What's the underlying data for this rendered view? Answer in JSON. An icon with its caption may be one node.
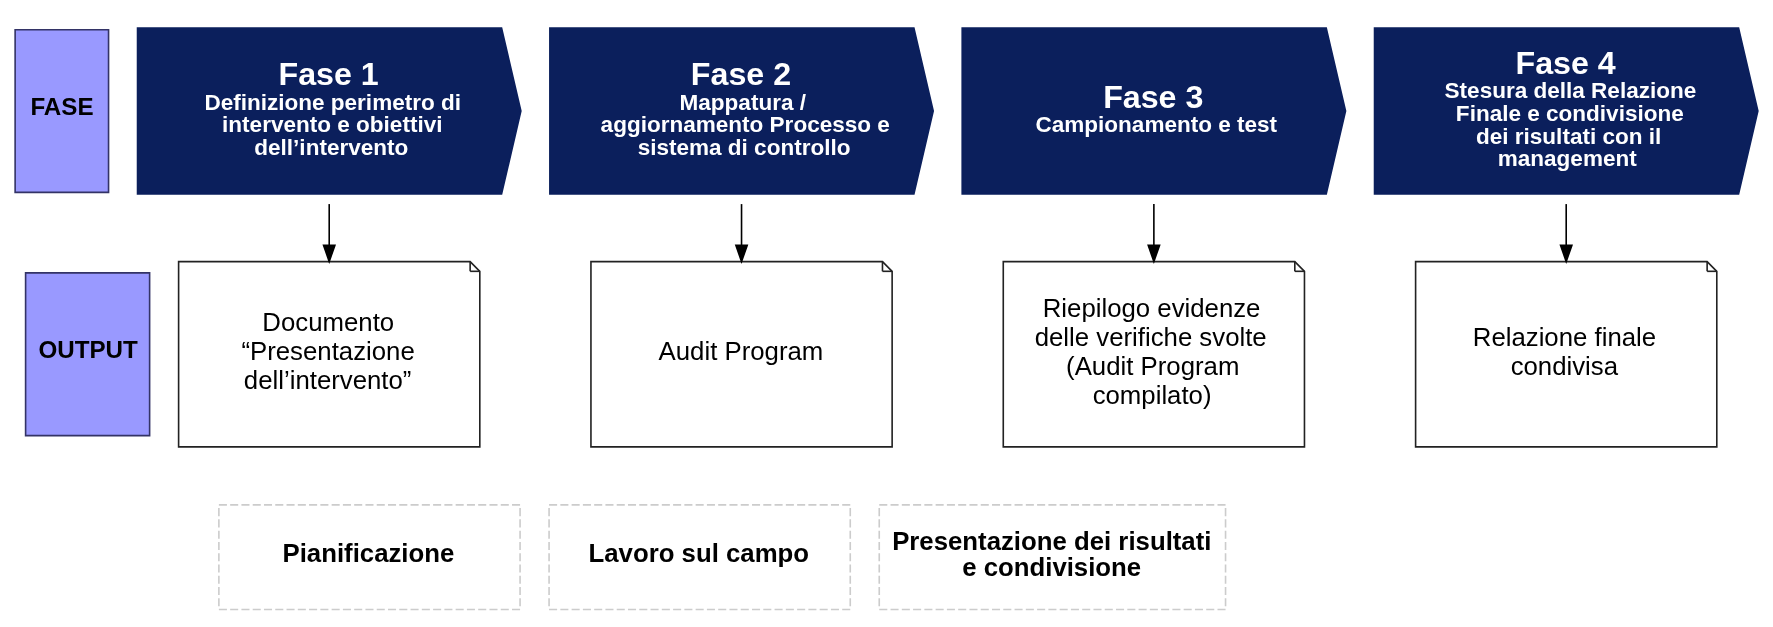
{
  "diagram": {
    "nodes": [
      {
        "text": [
          "FASE"
        ]
      },
      {
        "text": [
          "OUTPUT"
        ]
      },
      {
        "text": [
          "Fase 1",
          "Definizione perimetro di intervento e obiettivi dell’intervento"
        ]
      },
      {
        "text": [
          "Fase 2",
          "Mappatura / aggiornamento Processo e sistema di controllo"
        ]
      },
      {
        "text": [
          "Fase 3",
          "Campionamento e test"
        ]
      },
      {
        "text": [
          "Fase 4",
          "Stesura della Relazione Finale e condivisione dei risultati con il management"
        ]
      },
      {
        "text": [
          "Documento “Presentazione dell’intervento”"
        ]
      },
      {
        "text": [
          "Audit Program"
        ]
      },
      {
        "text": [
          "Riepilogo evidenze delle verifiche svolte (Audit Program compilato)"
        ]
      },
      {
        "text": [
          "Relazione finale condivisa"
        ]
      },
      {
        "text": [
          "Pianificazione"
        ]
      },
      {
        "text": [
          "Lavoro sul campo"
        ]
      },
      {
        "text": [
          "Presentazione dei risultati e condivisione"
        ]
      }
    ],
    "edges": [
      {
        "from": 2,
        "to": 6,
        "arrow": "to"
      },
      {
        "from": 3,
        "to": 7,
        "arrow": "to"
      },
      {
        "from": 4,
        "to": 8,
        "arrow": "to"
      },
      {
        "from": 5,
        "to": 9,
        "arrow": "to"
      }
    ]
  }
}
